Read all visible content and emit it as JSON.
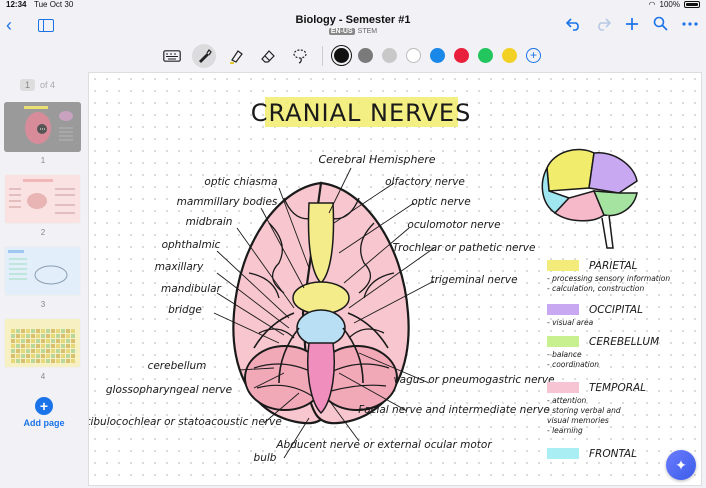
{
  "status_bar": {
    "time": "12:34",
    "date": "Tue Oct 30",
    "battery": "100%"
  },
  "header": {
    "title": "Biology - Semester #1",
    "lang_tag": "EN-US",
    "subject_tag": "STEM"
  },
  "toolbar": {
    "colors": [
      "#111111",
      "#7a7a7a",
      "#c8c8c8",
      "#ffffff",
      "#1a88e8",
      "#e8203c",
      "#22c55e",
      "#f2d024"
    ],
    "selected_color": "#111111"
  },
  "sidebar": {
    "current_page": "1",
    "of_label": "of 4",
    "pages": [
      "1",
      "2",
      "3",
      "4"
    ],
    "add_page_label": "Add page"
  },
  "note": {
    "title": "CRANIAL NERVES",
    "left_labels": [
      "optic chiasma",
      "mammillary bodies",
      "midbrain",
      "ophthalmic",
      "maxillary",
      "mandibular",
      "bridge",
      "cerebellum",
      "glossopharyngeal nerve",
      "vestibulocochlear or statoacoustic nerve",
      "bulb"
    ],
    "top_label": "Cerebral Hemisphere",
    "right_labels": [
      "olfactory nerve",
      "optic nerve",
      "oculomotor nerve",
      "Trochlear or pathetic nerve",
      "trigeminal nerve",
      "vagus or pneumogastric nerve",
      "Facial nerve and intermediate nerve",
      "Abducent nerve or external ocular motor"
    ],
    "legend": [
      {
        "name": "PARIETAL",
        "color": "#f3ec7a",
        "notes": [
          "- processing sensory information",
          "- calculation, construction"
        ]
      },
      {
        "name": "OCCIPITAL",
        "color": "#c9a8f2",
        "notes": [
          "- visual area"
        ]
      },
      {
        "name": "CEREBELLUM",
        "color": "#c8f08f",
        "notes": [
          "- balance",
          "- coordination"
        ]
      },
      {
        "name": "TEMPORAL",
        "color": "#f6c4d2",
        "notes": [
          "- attention",
          "- storing verbal and",
          "visual memories",
          "- learning"
        ]
      },
      {
        "name": "FRONTAL",
        "color": "#a9eef2",
        "notes": []
      }
    ]
  }
}
